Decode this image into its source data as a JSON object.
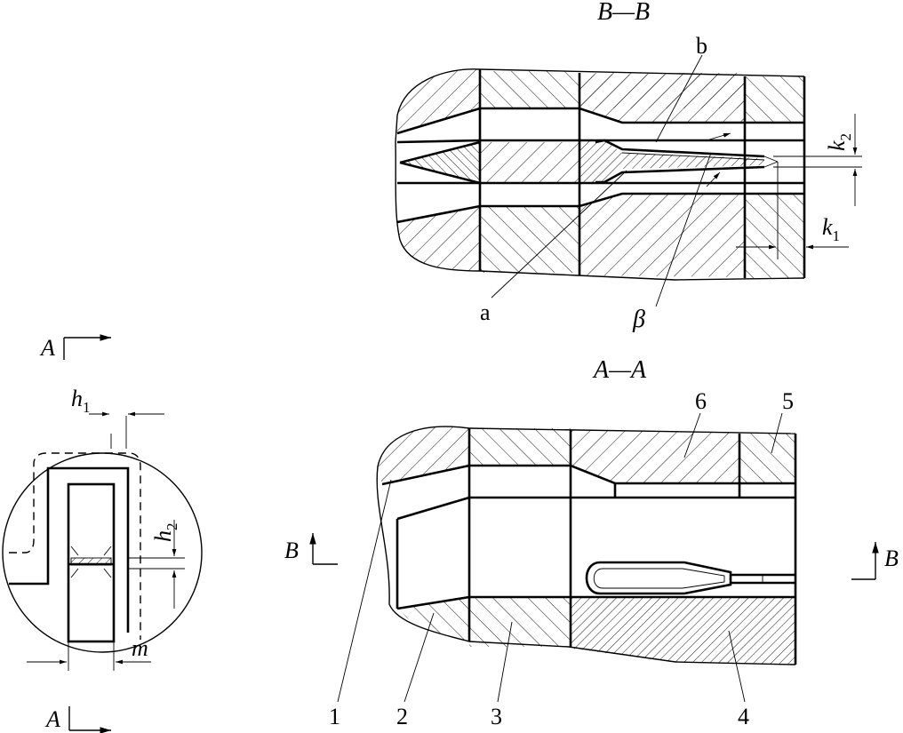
{
  "views": {
    "bb_title": "B—B",
    "aa_title": "A—A"
  },
  "section_marks": {
    "a_top": "A",
    "a_bottom": "A",
    "b_left": "B",
    "b_right": "B"
  },
  "callouts": {
    "b": "b",
    "a": "a",
    "beta": "β"
  },
  "dimensions": {
    "k": "k",
    "k2_sub": "2",
    "k1_sub": "1",
    "h": "h",
    "h1_sub": "1",
    "h2_sub": "2",
    "m": "m"
  },
  "part_numbers": [
    "1",
    "2",
    "3",
    "4",
    "5",
    "6"
  ]
}
